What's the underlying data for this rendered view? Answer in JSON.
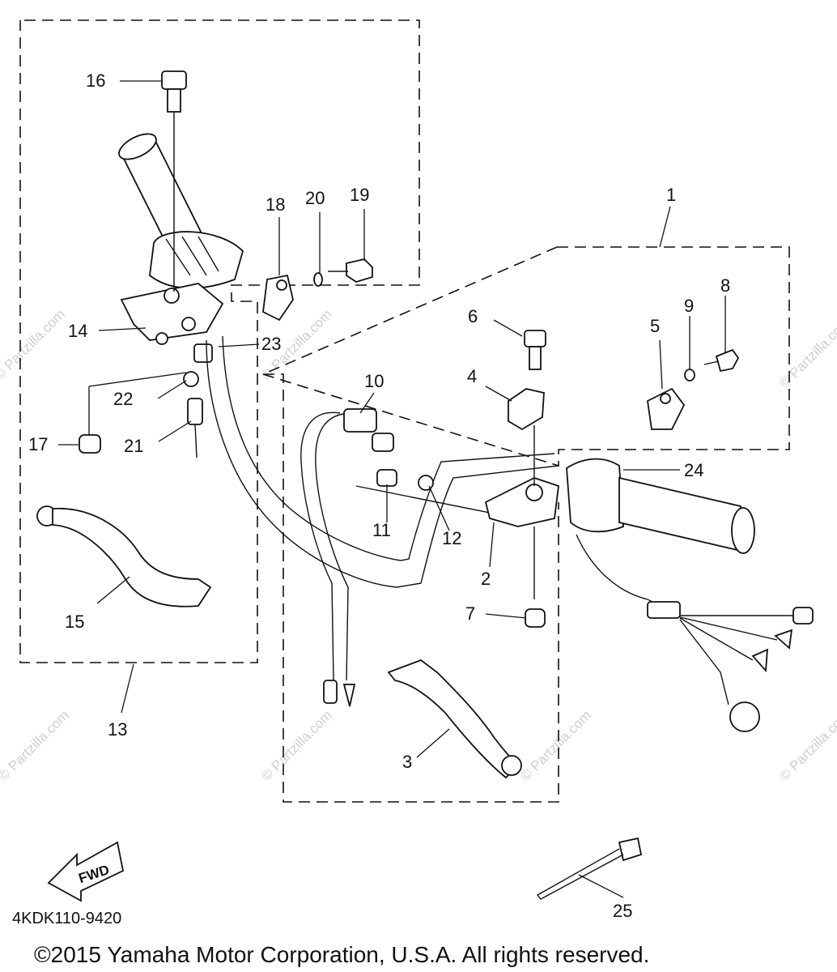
{
  "diagram": {
    "callouts": [
      "1",
      "2",
      "3",
      "4",
      "5",
      "6",
      "7",
      "8",
      "9",
      "10",
      "11",
      "12",
      "13",
      "14",
      "15",
      "16",
      "17",
      "18",
      "19",
      "20",
      "21",
      "22",
      "23",
      "24",
      "25"
    ],
    "fwd_label": "FWD",
    "part_code": "4KDK110-9420",
    "copyright": "©2015 Yamaha Motor Corporation, U.S.A. All rights reserved.",
    "watermark": "© Partzilla.com"
  }
}
